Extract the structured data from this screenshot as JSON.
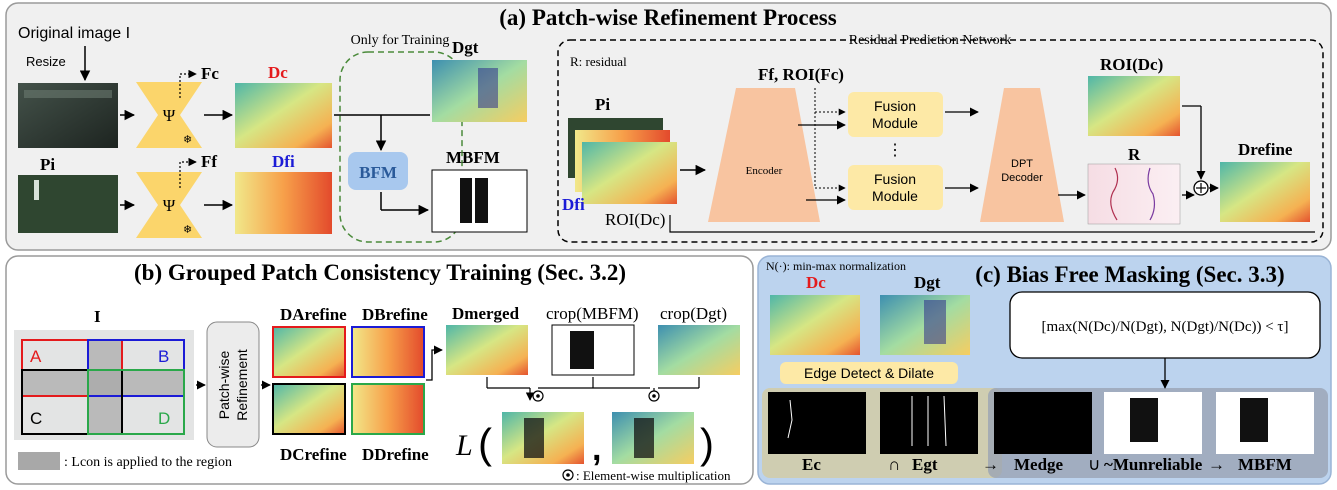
{
  "panel_a": {
    "title": "(a) Patch-wise Refinement Process",
    "original_image": "Original image I",
    "resize": "Resize",
    "psi": "Ψ",
    "fc": "Fc",
    "ff": "Ff",
    "dc": "Dc",
    "dfi": "Dfi",
    "pi": "Pi",
    "only_training": "Only for Training",
    "dgt": "Dgt",
    "bfm": "BFM",
    "mbfm": "MBFM",
    "rpn": "Residual Prediction Network",
    "r_residual": "R: residual",
    "pi_stack": "Pi",
    "dfi_stack": "Dfi",
    "roi_dc_bottom": "ROI(Dc)",
    "ff_roi_fc": "Ff, ROI(Fc)",
    "fusion1": "Fusion Module",
    "fusion2": "Fusion Module",
    "vdots": "⋮",
    "encoder": "Encoder",
    "dpt_decoder": "DPT Decoder",
    "roi_dc_top": "ROI(Dc)",
    "r": "R",
    "drefine": "Drefine"
  },
  "panel_b": {
    "title": "(b) Grouped Patch Consistency Training (Sec. 3.2)",
    "i": "I",
    "grid_labels": [
      "A",
      "B",
      "C",
      "D"
    ],
    "patchwise": "Patch-wise Refinement",
    "refine_labels": [
      "DArefine",
      "DBrefine",
      "DCrefine",
      "DDrefine"
    ],
    "dmerged": "Dmerged",
    "crop_mbfm": "crop(MBFM)",
    "crop_dgt": "crop(Dgt)",
    "loss": "L",
    "lcon_note": ": Lcon is applied to the region",
    "elementwise_note": ": Element-wise multiplication"
  },
  "panel_c": {
    "title": "(c) Bias Free Masking (Sec. 3.3)",
    "norm_note": "N(·): min-max normalization",
    "dc": "Dc",
    "dgt": "Dgt",
    "edge_detect": "Edge Detect & Dilate",
    "formula": "[max(N(Dc)/N(Dgt), N(Dgt)/N(Dc)) < τ]",
    "ec": "Ec",
    "cap": "∩",
    "egt": "Egt",
    "arrow1": "→",
    "medge": "Medge",
    "cup": "∪",
    "unreliable": "~Munreliable",
    "arrow2": "→",
    "mbfm": "MBFM"
  },
  "colors": {
    "red": "#e41a1c",
    "blue": "#1b1bd6",
    "fusion": "#fde9a6",
    "network": "#f8c4a0",
    "psi": "#fbd56b",
    "panel_c_bg": "#bcd3ee"
  }
}
